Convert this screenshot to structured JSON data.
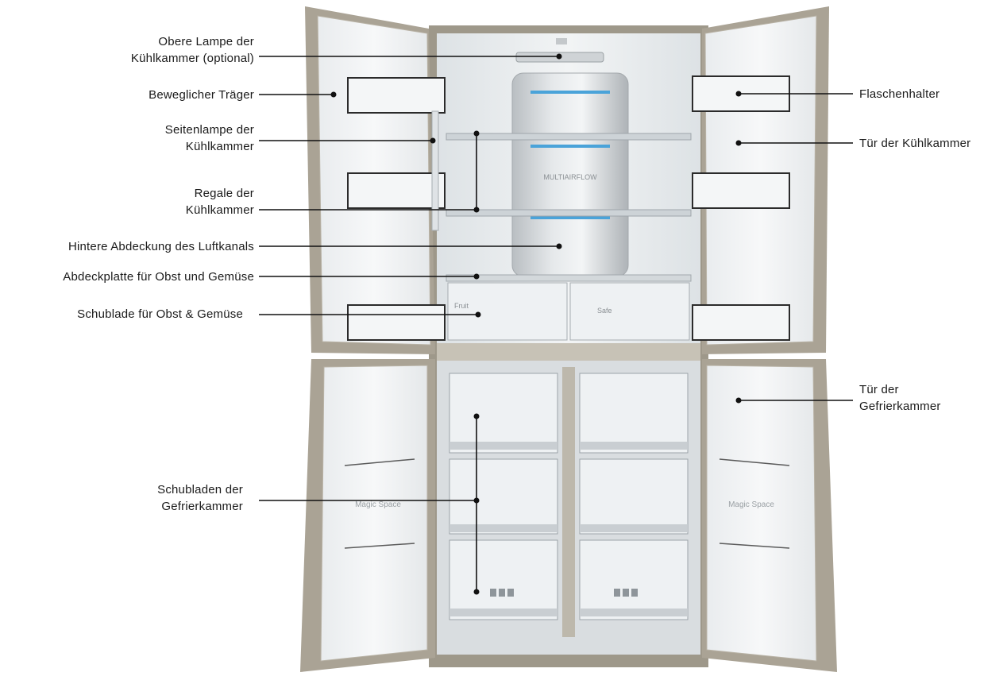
{
  "labels": {
    "top_lamp": [
      "Obere Lampe der",
      "Kühlkammer (optional)"
    ],
    "movable_carrier": [
      "Beweglicher Träger"
    ],
    "side_lamp": [
      "Seitenlampe der",
      "Kühlkammer"
    ],
    "shelves": [
      "Regale der",
      "Kühlkammer"
    ],
    "rear_cover": [
      "Hintere Abdeckung des Luftkanals"
    ],
    "crisper_cover": [
      "Abdeckplatte für Obst und Gemüse"
    ],
    "crisper_drawer": [
      "Schublade für Obst & Gemüse"
    ],
    "freezer_drawers": [
      "Schubladen der",
      "Gefrierkammer"
    ],
    "bottle_holder": [
      "Flaschenhalter"
    ],
    "fridge_door": [
      "Tür der Kühlkammer"
    ],
    "freezer_door": [
      "Tür der",
      "Gefrierkammer"
    ]
  },
  "appliance_text": {
    "brand_plate": "MULTIAIRFLOW",
    "crisper_left": "Fruit",
    "crisper_right": "Safe",
    "freezer_door_left": "Magic Space",
    "freezer_door_right": "Magic Space"
  },
  "colors": {
    "frame": "#a9a294",
    "frame_dark": "#8c8678",
    "interior": "#ebeef0",
    "door_liner": "#f4f6f7",
    "led": "#4aa3d9",
    "leader": "#111111"
  }
}
